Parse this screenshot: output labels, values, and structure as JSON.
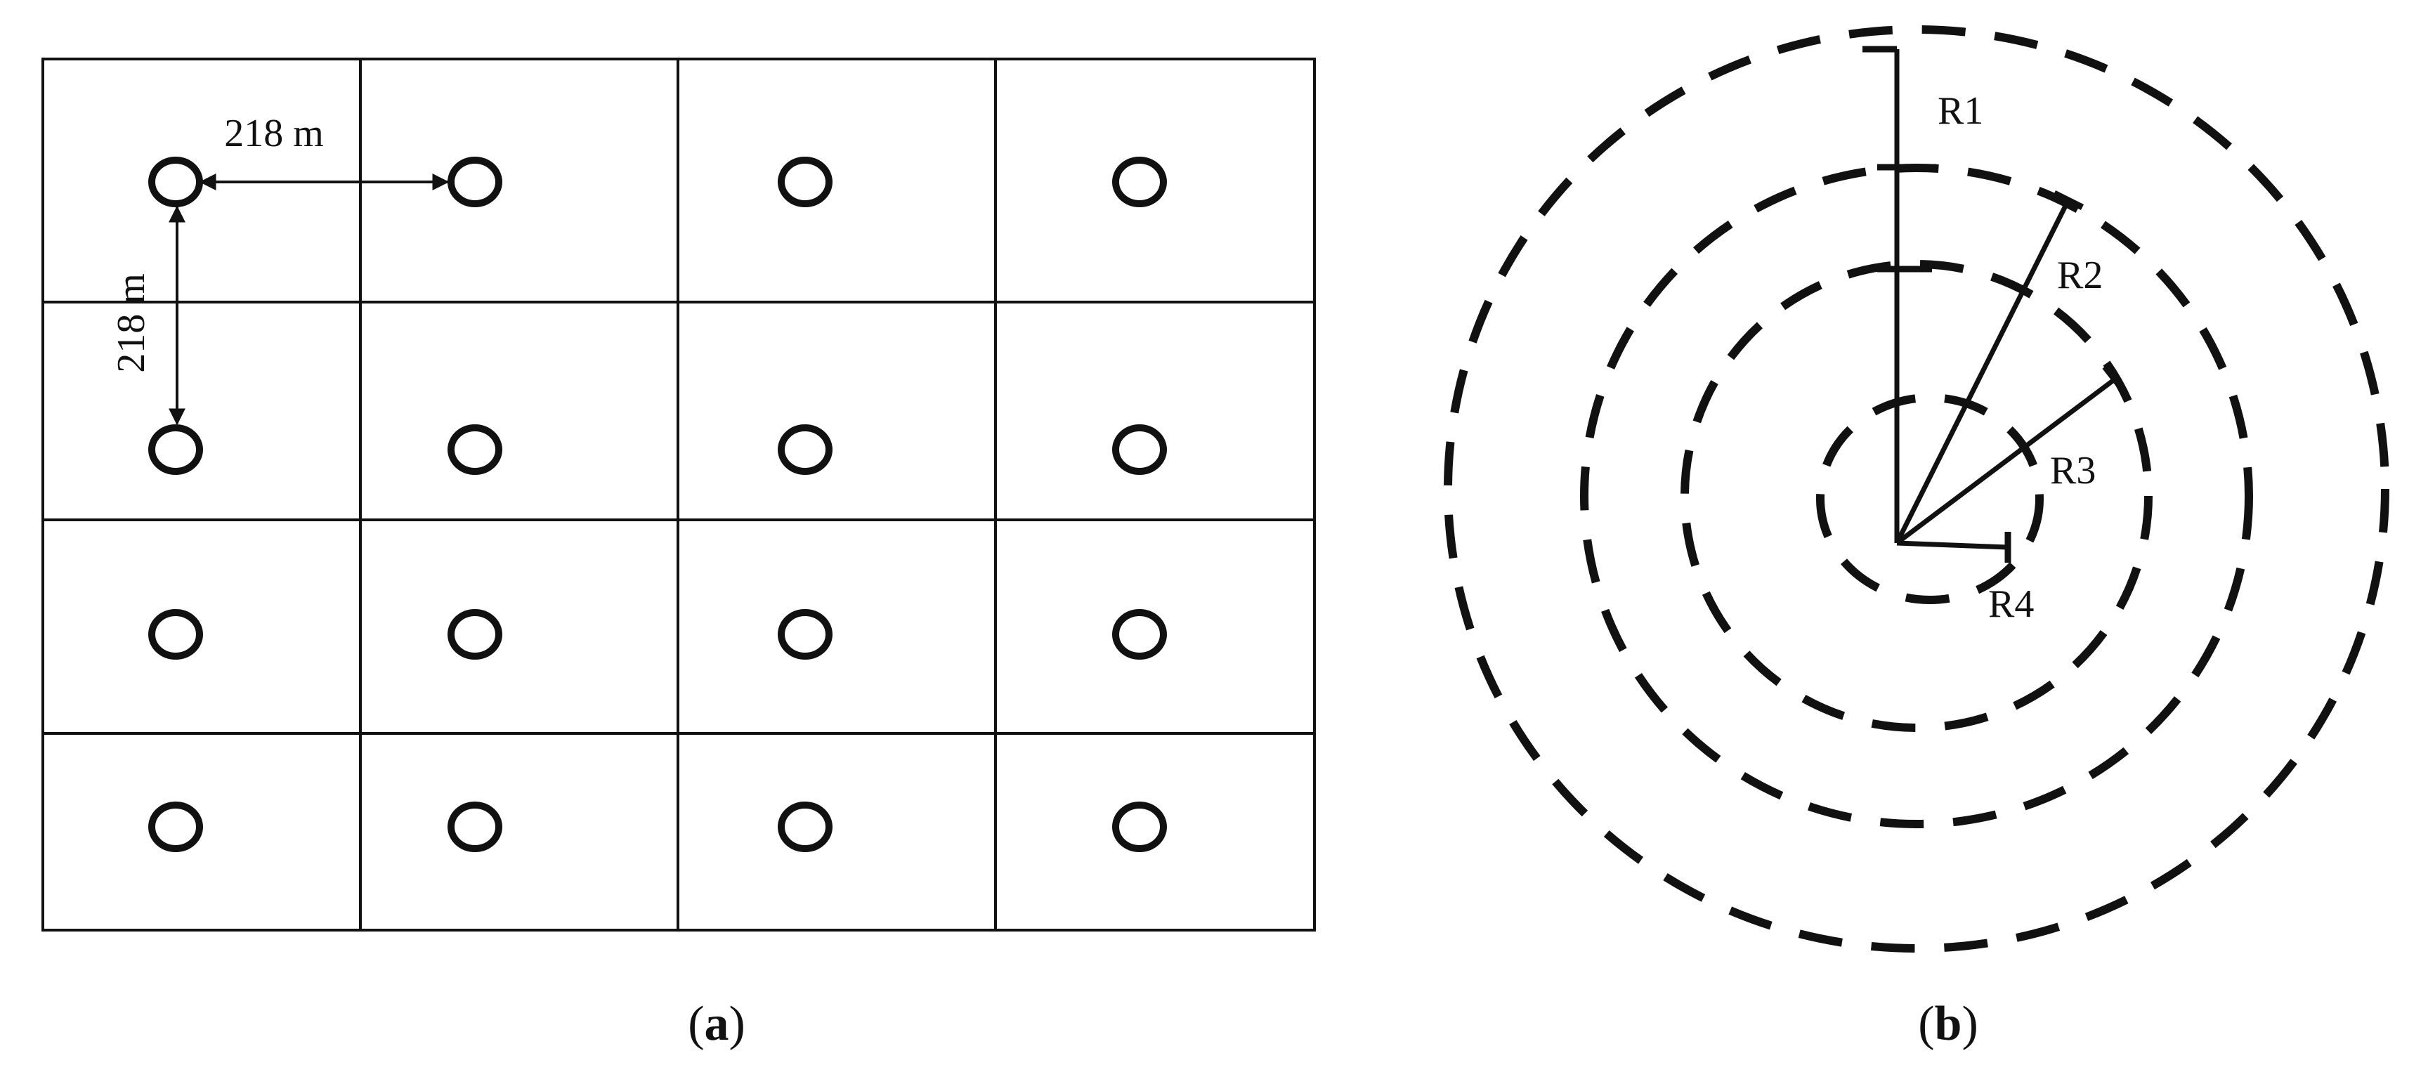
{
  "colors": {
    "background": "#ffffff",
    "ink": "#111111"
  },
  "panel_a": {
    "label_open": "(",
    "label_letter": "a",
    "label_close": ")",
    "grid": {
      "rows": 4,
      "cols": 4
    },
    "spacing_horizontal_label": "218 m",
    "spacing_vertical_label": "218 m",
    "marker_icon": "open-circle-sampling-point"
  },
  "panel_b": {
    "label_open": "(",
    "label_letter": "b",
    "label_close": ")",
    "ring_style": "dashed",
    "rings": [
      {
        "label": "R1"
      },
      {
        "label": "R2"
      },
      {
        "label": "R3"
      },
      {
        "label": "R4"
      }
    ]
  }
}
